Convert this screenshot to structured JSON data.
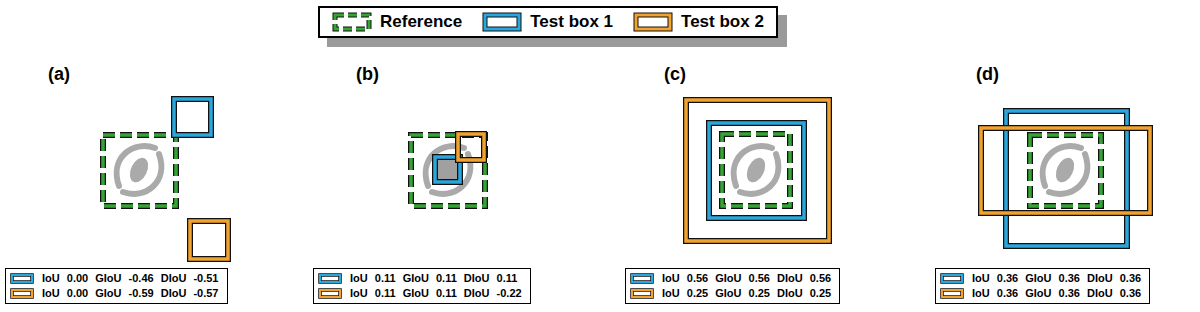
{
  "diagram": {
    "nodes": [
      {
        "text": [
          "IoU 0.00 GIoU -0.46 DIoU -0.51",
          "IoU 0.00 GIoU -0.59 DIoU -0.57"
        ]
      },
      {
        "text": [
          "IoU 0.11 GIoU 0.11 DIoU 0.11",
          "IoU 0.11 GIoU 0.11 DIoU -0.22"
        ]
      },
      {
        "text": [
          "IoU 0.56 GIoU 0.56 DIoU 0.56",
          "IoU 0.25 GIoU 0.25 DIoU 0.25"
        ]
      },
      {
        "text": [
          "IoU 0.36 GIoU 0.36 DIoU 0.36",
          "IoU 0.36 GIoU 0.36 DIoU 0.36"
        ]
      }
    ],
    "edges": [],
    "labels": [
      "(a)",
      "(b)",
      "(c)",
      "(d)"
    ],
    "legend": [
      {
        "text": "Reference"
      },
      {
        "text": "Test box 1"
      },
      {
        "text": "Test box 2"
      }
    ]
  }
}
